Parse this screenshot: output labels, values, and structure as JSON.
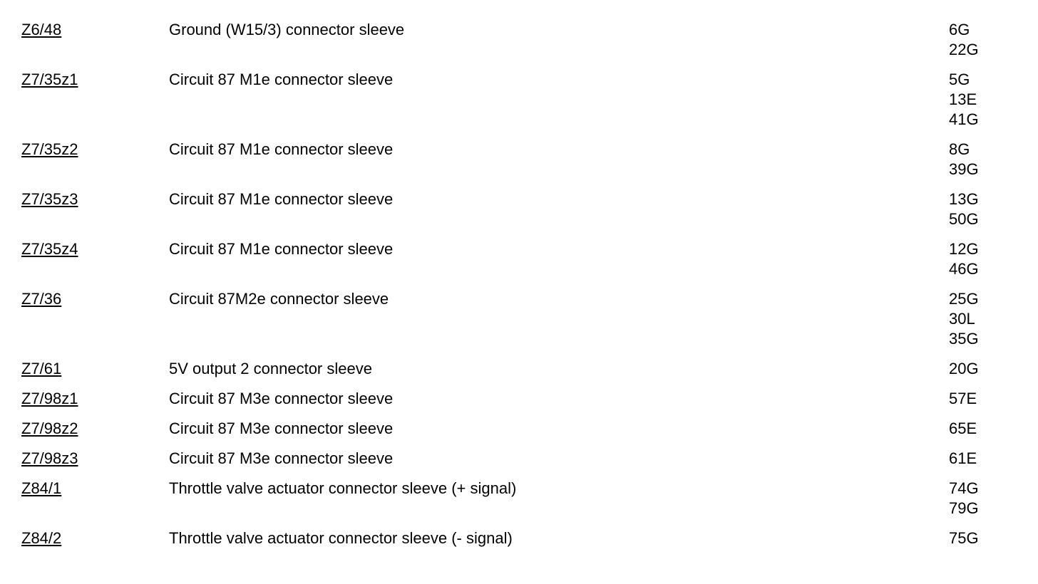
{
  "rows": [
    {
      "code": "Z6/48",
      "description": "Ground (W15/3) connector sleeve",
      "locations": [
        "6G",
        "22G"
      ]
    },
    {
      "code": "Z7/35z1",
      "description": "Circuit 87 M1e connector sleeve",
      "locations": [
        "5G",
        "13E",
        "41G"
      ]
    },
    {
      "code": "Z7/35z2",
      "description": "Circuit 87 M1e connector sleeve",
      "locations": [
        "8G",
        "39G"
      ]
    },
    {
      "code": "Z7/35z3",
      "description": "Circuit 87 M1e connector sleeve",
      "locations": [
        "13G",
        "50G"
      ]
    },
    {
      "code": "Z7/35z4",
      "description": "Circuit 87 M1e connector sleeve",
      "locations": [
        "12G",
        "46G"
      ]
    },
    {
      "code": "Z7/36",
      "description": "Circuit 87M2e connector sleeve",
      "locations": [
        "25G",
        "30L",
        "35G"
      ]
    },
    {
      "code": "Z7/61",
      "description": "5V output 2 connector sleeve",
      "locations": [
        "20G"
      ]
    },
    {
      "code": "Z7/98z1",
      "description": "Circuit 87 M3e connector sleeve",
      "locations": [
        "57E"
      ]
    },
    {
      "code": "Z7/98z2",
      "description": "Circuit 87 M3e connector sleeve",
      "locations": [
        "65E"
      ]
    },
    {
      "code": "Z7/98z3",
      "description": "Circuit 87 M3e connector sleeve",
      "locations": [
        "61E"
      ]
    },
    {
      "code": "Z84/1",
      "description": "Throttle valve actuator connector sleeve (+ signal)",
      "locations": [
        "74G",
        "79G"
      ]
    },
    {
      "code": "Z84/2",
      "description": "Throttle valve actuator connector sleeve (- signal)",
      "locations": [
        "75G"
      ]
    }
  ]
}
